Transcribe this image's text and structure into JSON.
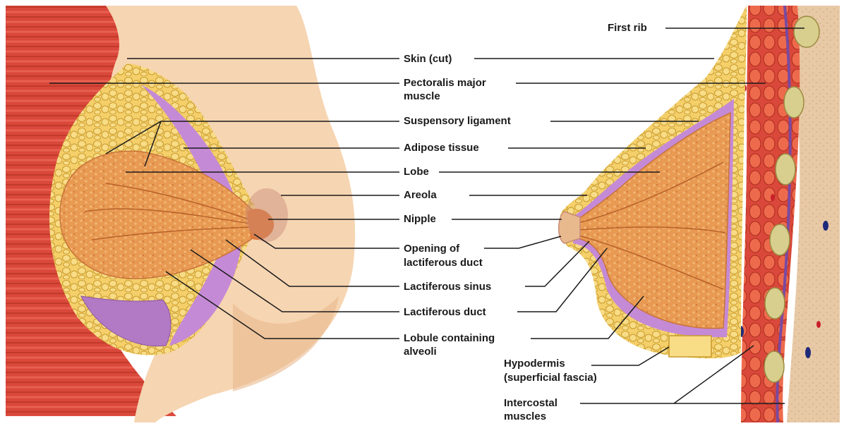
{
  "labels": {
    "skin_cut": "Skin (cut)",
    "pectoralis_line1": "Pectoralis major",
    "pectoralis_line2": "muscle",
    "suspensory_ligament": "Suspensory ligament",
    "adipose_tissue": "Adipose tissue",
    "lobe": "Lobe",
    "areola": "Areola",
    "nipple": "Nipple",
    "opening_line1": "Opening of",
    "opening_line2": "lactiferous duct",
    "lactiferous_sinus": "Lactiferous sinus",
    "lactiferous_duct": "Lactiferous duct",
    "lobule_line1": "Lobule containing",
    "lobule_line2": "alveoli",
    "first_rib": "First rib",
    "hypodermis_line1": "Hypodermis",
    "hypodermis_line2": "(superficial fascia)",
    "intercostal_line1": "Intercostal",
    "intercostal_line2": "muscles"
  },
  "colors": {
    "muscle": "#d9483a",
    "muscle_dark": "#b0301f",
    "skin": "#f6d5b2",
    "skin_shadow": "#e9b98e",
    "adipose": "#f4cf6a",
    "adipose_edge": "#c89a2c",
    "gland": "#e89a52",
    "gland_light": "#f3b878",
    "fascia": "#c58ad6",
    "areola": "#c88a78",
    "rib": "#d8cf8e",
    "chest_wall": "#e8c9a6",
    "line": "#1a1a1a"
  }
}
